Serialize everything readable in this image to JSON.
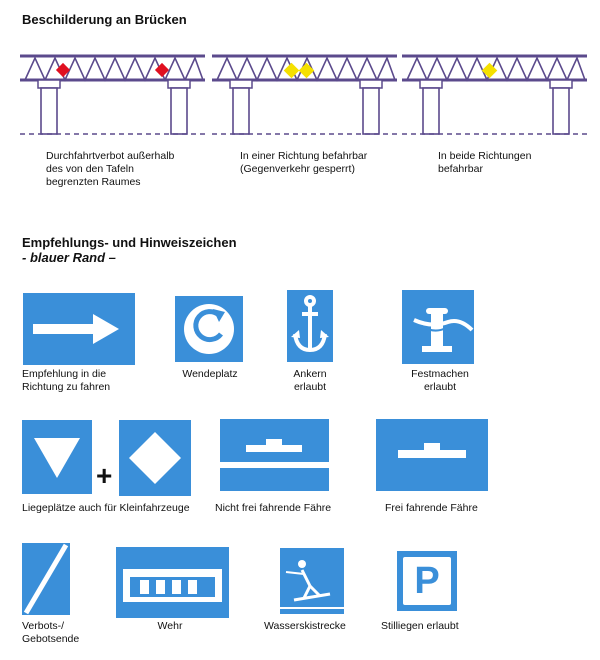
{
  "bridge_section": {
    "title": "Beschilderung an Brücken",
    "captions": [
      "Durchfahrtverbot außerhalb\ndes von den Tafeln\nbegrenzten Raumes",
      "In einer Richtung befahrbar\n(Gegenverkehr gesperrt)",
      "In beide Richtungen\nbefahrbar"
    ]
  },
  "signs_section": {
    "title": "Empfehlungs- und Hinweiszeichen",
    "subtitle": "- blauer Rand –",
    "plus": "+",
    "parking_letter": "P",
    "labels": {
      "recommend": "Empfehlung in die\nRichtung zu fahren",
      "turn": "Wendeplatz",
      "anchor": "Ankern\nerlaubt",
      "mooring": "Festmachen\nerlaubt",
      "berths": "Liegeplätze auch für Kleinfahrzeuge",
      "ferry_fixed": "Nicht frei fahrende Fähre",
      "ferry_free": "Frei fahrende Fähre",
      "end": "Verbots-/\nGebotsende",
      "weir": "Wehr",
      "waterski": "Wasserskistrecke",
      "parking": "Stilliegen erlaubt"
    }
  },
  "colors": {
    "sign_blue": "#3a8fd9",
    "bridge_purple": "#5b4a8c",
    "warn_red": "#e01020",
    "ok_yellow": "#f5e000"
  }
}
